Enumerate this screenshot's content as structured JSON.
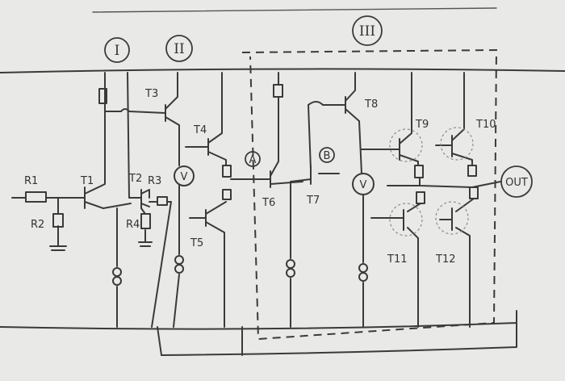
{
  "stages": [
    "I",
    "II",
    "III"
  ],
  "nodes": {
    "a": "A",
    "b": "B",
    "out": "OUT"
  },
  "meter_symbol": "V",
  "resistors": [
    "R1",
    "R2",
    "R3",
    "R4"
  ],
  "transistors": [
    "T1",
    "T2",
    "T3",
    "T4",
    "T5",
    "T6",
    "T7",
    "T8",
    "T9",
    "T10",
    "T11",
    "T12"
  ],
  "colors": {
    "ink": "#3a3a3a",
    "paper": "#e9e9e7"
  }
}
